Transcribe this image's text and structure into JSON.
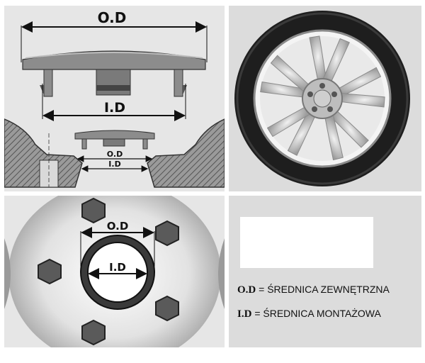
{
  "diagram": {
    "od_label": "O.D",
    "id_label": "I.D",
    "od_label_small": "O.D",
    "id_label_small": "I.D",
    "od_label_bolt": "O.D",
    "id_label_bolt": "I.D"
  },
  "legend": {
    "od_abbr": "O.D",
    "od_text": "= ŚREDNICA ZEWNĘTRZNA",
    "id_abbr": "I.D",
    "id_text": "= ŚREDNICA MONTAŻOWA"
  },
  "colors": {
    "panel_bg": "#e6e6e6",
    "cap_gray": "#8c8c8c",
    "tire_black": "#1a1a1a",
    "rim_silver": "#c9c9c9",
    "hatch": "#777777"
  }
}
